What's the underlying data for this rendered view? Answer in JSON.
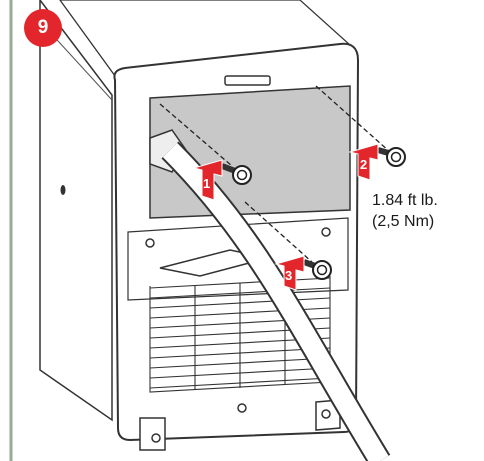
{
  "step": {
    "number": "9"
  },
  "torque": {
    "imperial": "1.84 ft lb.",
    "metric": "(2,5 Nm)"
  },
  "callouts": [
    "1",
    "2",
    "3"
  ],
  "colors": {
    "accent": "#e3262b",
    "frame": "#9aab93",
    "panel": "#c8c8c8",
    "line": "#333333"
  }
}
